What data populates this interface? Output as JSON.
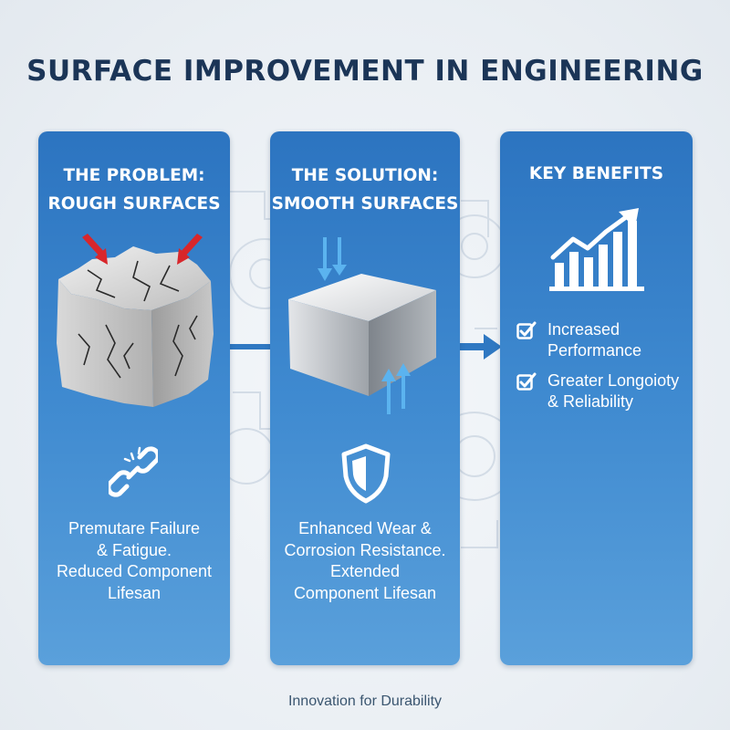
{
  "title": "SURFACE IMPROVEMENT IN ENGINEERING",
  "panels": [
    {
      "heading_line1": "THE PROBLEM:",
      "heading_line2": "ROUGH SURFACES",
      "icon": "cracked-cube-icon",
      "secondary_icon": "broken-chain-icon",
      "text_lines": [
        "Premutare Failure",
        "& Fatigue.",
        "Reduced Component",
        "Lifesan"
      ]
    },
    {
      "heading_line1": "THE SOLUTION:",
      "heading_line2": "SMOOTH SURFACES",
      "icon": "smooth-cube-icon",
      "secondary_icon": "shield-icon",
      "text_lines": [
        "Enhanced Wear &",
        "Corrosion Resistance.",
        "Extended",
        "Component Lifesan"
      ]
    },
    {
      "heading_line1": "KEY BENEFITS",
      "icon": "bar-chart-growth-icon",
      "benefits": [
        {
          "line1": "Increased",
          "line2": "Performance"
        },
        {
          "line1": "Greater Longoioty",
          "line2": "& Reliability"
        }
      ]
    }
  ],
  "footer": "Innovation for Durability",
  "colors": {
    "title": "#1b3557",
    "panel_top": "#2c74c0",
    "panel_bottom": "#5aa0db",
    "pressure_arrow": "#d8262b",
    "flow_arrow": "#5bb3ef"
  }
}
